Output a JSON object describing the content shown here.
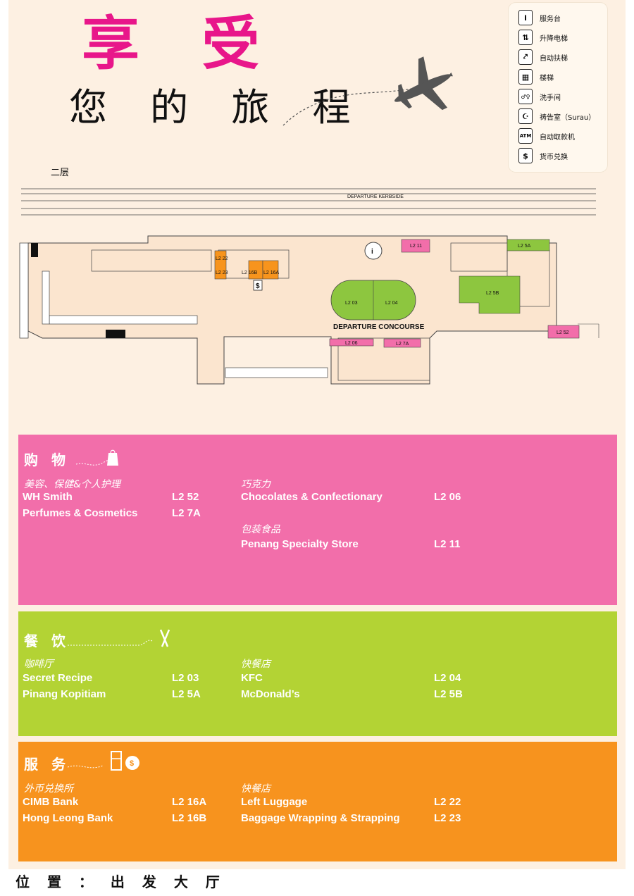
{
  "header": {
    "title": "享 受",
    "subtitle": "您 的 旅 程"
  },
  "legend": {
    "items": [
      {
        "glyph": "i",
        "label": "服务台"
      },
      {
        "glyph": "⇅",
        "label": "升降电梯"
      },
      {
        "glyph": "⤤",
        "label": "自动扶梯"
      },
      {
        "glyph": "▦",
        "label": "楼梯"
      },
      {
        "glyph": "♂♀",
        "label": "洗手间"
      },
      {
        "glyph": "☪",
        "label": "祷告室（Surau）"
      },
      {
        "glyph": "ATM",
        "label": "自动取款机"
      },
      {
        "glyph": "$",
        "label": "货币兑换"
      }
    ]
  },
  "map": {
    "floor_label": "二层",
    "kerbside_label": "DEPARTURE KERBSIDE",
    "concourse_label": "DEPARTURE CONCOURSE",
    "units": {
      "l2_22": "L2 22",
      "l2_23": "L2 23",
      "l2_16b": "L2 16B",
      "l2_16a": "L2 16A",
      "l2_11": "L2 11",
      "l2_5a": "L2 5A",
      "l2_5b": "L2 5B",
      "l2_03": "L2 03",
      "l2_04": "L2 04",
      "l2_06": "L2 06",
      "l2_7a": "L2 7A",
      "l2_52": "L2 52"
    },
    "info_glyph": "i",
    "money_glyph": "$",
    "colors": {
      "pink": "#f26eaa",
      "green": "#8dc63f",
      "orange": "#f7941d",
      "floor": "#fbe5cf"
    }
  },
  "shopping": {
    "title": "购 物",
    "left_category": "美容、保健&个人护理",
    "left_items": [
      {
        "name": "WH Smith",
        "code": "L2 52"
      },
      {
        "name": "Perfumes & Cosmetics",
        "code": "L2 7A"
      }
    ],
    "right_category_1": "巧克力",
    "right_items_1": [
      {
        "name": "Chocolates & Confectionary",
        "code": "L2 06"
      }
    ],
    "right_category_2": "包装食品",
    "right_items_2": [
      {
        "name": "Penang Specialty Store",
        "code": "L2 11"
      }
    ]
  },
  "dining": {
    "title": "餐 饮",
    "left_category": "咖啡厅",
    "left_items": [
      {
        "name": "Secret Recipe",
        "code": "L2 03"
      },
      {
        "name": "Pinang Kopitiam",
        "code": "L2 5A"
      }
    ],
    "right_category": "快餐店",
    "right_items": [
      {
        "name": "KFC",
        "code": "L2 04"
      },
      {
        "name": "McDonald’s",
        "code": "L2 5B"
      }
    ]
  },
  "services": {
    "title": "服 务",
    "left_category": "外币兑换所",
    "left_items": [
      {
        "name": "CIMB Bank",
        "code": "L2 16A"
      },
      {
        "name": "Hong Leong Bank",
        "code": "L2 16B"
      }
    ],
    "right_category": "快餐店",
    "right_items": [
      {
        "name": "Left Luggage",
        "code": "L2 22"
      },
      {
        "name": "Baggage Wrapping & Strapping",
        "code": "L2 23"
      }
    ]
  },
  "footer": {
    "text": "位 置 ： 出 发 大 厅"
  }
}
